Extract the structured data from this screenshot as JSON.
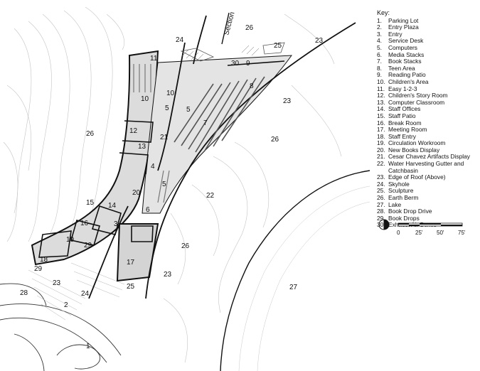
{
  "key": {
    "title": "Key:",
    "items": [
      {
        "n": "1.",
        "t": "Parking Lot"
      },
      {
        "n": "2.",
        "t": "Entry Plaza"
      },
      {
        "n": "3.",
        "t": "Entry"
      },
      {
        "n": "4.",
        "t": "Service Desk"
      },
      {
        "n": "5.",
        "t": "Computers"
      },
      {
        "n": "6.",
        "t": "Media Stacks"
      },
      {
        "n": "7.",
        "t": "Book Stacks"
      },
      {
        "n": "8.",
        "t": "Teen Area"
      },
      {
        "n": "9.",
        "t": "Reading Patio"
      },
      {
        "n": "10.",
        "t": "Children's Area"
      },
      {
        "n": "11.",
        "t": "Easy 1-2-3"
      },
      {
        "n": "12.",
        "t": "Children's Story Room"
      },
      {
        "n": "13.",
        "t": "Computer Classroom"
      },
      {
        "n": "14.",
        "t": "Staff Offices"
      },
      {
        "n": "15.",
        "t": "Staff Patio"
      },
      {
        "n": "16.",
        "t": "Break Room"
      },
      {
        "n": "17.",
        "t": "Meeting Room"
      },
      {
        "n": "18.",
        "t": "Staff Entry"
      },
      {
        "n": "19.",
        "t": "Circulation Workroom"
      },
      {
        "n": "20.",
        "t": "New Books Display"
      },
      {
        "n": "21.",
        "t": "Cesar Chavez Artifacts Display"
      },
      {
        "n": "22.",
        "t": "Water Harvesting Gutter and Catchbasin"
      },
      {
        "n": "23.",
        "t": "Edge of Roof (Above)"
      },
      {
        "n": "24.",
        "t": "Skyhole"
      },
      {
        "n": "25.",
        "t": "Sculpture"
      },
      {
        "n": "26.",
        "t": "Earth Berm"
      },
      {
        "n": "27.",
        "t": "Lake"
      },
      {
        "n": "28.",
        "t": "Book Drop Drive"
      },
      {
        "n": "29.",
        "t": "Book Drops"
      },
      {
        "n": "30.",
        "t": "Exhaust Air Boxes"
      }
    ]
  },
  "section_label": "Section",
  "scale": {
    "ticks": [
      "0",
      "25'",
      "50'",
      "75'"
    ]
  },
  "plan_labels": {
    "l1": "1",
    "l2": "2",
    "l3": "3",
    "l4": "4",
    "l5a": "5",
    "l5b": "5",
    "l5c": "5",
    "l6": "6",
    "l7": "7",
    "l8": "8",
    "l9": "9",
    "l10a": "10",
    "l10b": "10",
    "l11": "11",
    "l12": "12",
    "l13": "13",
    "l14": "14",
    "l15": "15",
    "l16": "16",
    "l17": "17",
    "l18": "18",
    "l19": "19",
    "l20": "20",
    "l21": "21",
    "l22": "22",
    "l23a": "23",
    "l23b": "23",
    "l23c": "23",
    "l23d": "23",
    "l24a": "24",
    "l24b": "24",
    "l25a": "25",
    "l25b": "25",
    "l26a": "26",
    "l26b": "26",
    "l26c": "26",
    "l26d": "26",
    "l27": "27",
    "l28": "28",
    "l29a": "29",
    "l29b": "29",
    "l30": "30"
  },
  "colors": {
    "wall": "#111111",
    "floor": "#dcdcdc",
    "contour": "#b8b8b8",
    "paving": "#bdbdbd"
  }
}
